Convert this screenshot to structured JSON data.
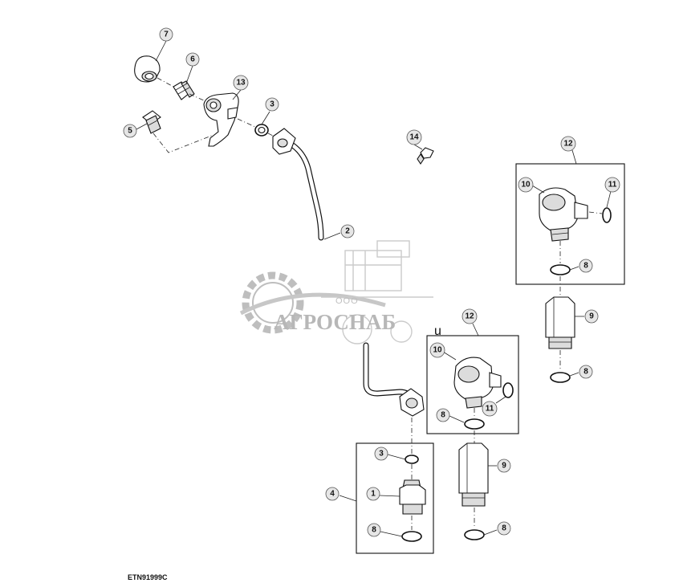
{
  "figure": {
    "code": "ETN91999C",
    "stray_char": "u"
  },
  "watermark": {
    "company_prefix": "ООО",
    "company_name": "АГРОСНАБ"
  },
  "callouts": {
    "c7": "7",
    "c6": "6",
    "c13": "13",
    "c5": "5",
    "c3a": "3",
    "c14": "14",
    "c2": "2",
    "c12a": "12",
    "c10a": "10",
    "c11a": "11",
    "c8a": "8",
    "c9a": "9",
    "c8b": "8",
    "c12b": "12",
    "c10b": "10",
    "c11b": "11",
    "c8c": "8",
    "c9b": "9",
    "c8d": "8",
    "c3b": "3",
    "c4": "4",
    "c1": "1",
    "c8e": "8"
  }
}
